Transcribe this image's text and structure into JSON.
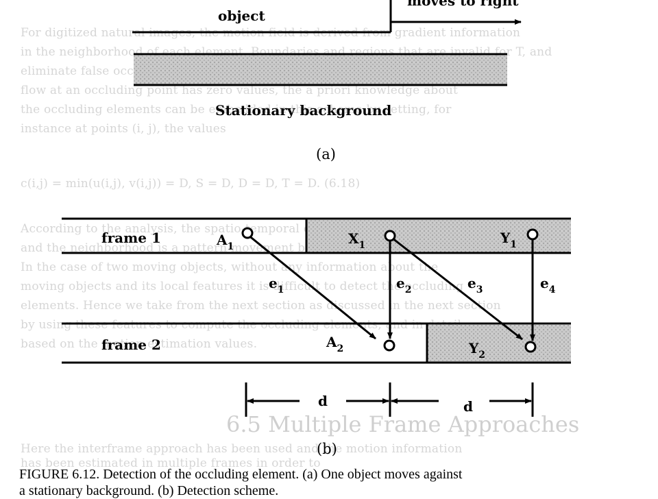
{
  "figure_a": {
    "object_label": "object",
    "motion_label": "moves to right",
    "background_label": "Stationary background",
    "panel_label": "(a)"
  },
  "figure_b": {
    "frame1_label": "frame 1",
    "frame2_label": "frame 2",
    "point_labels": {
      "a1_base": "A",
      "a1_sub": "1",
      "x1_base": "X",
      "x1_sub": "1",
      "y1_base": "Y",
      "y1_sub": "1",
      "a2_base": "A",
      "a2_sub": "2",
      "y2_base": "Y",
      "y2_sub": "2"
    },
    "vector_labels": {
      "e1_base": "e",
      "e1_sub": "1",
      "e2_base": "e",
      "e2_sub": "2",
      "e3_base": "e",
      "e3_sub": "3",
      "e4_base": "e",
      "e4_sub": "4"
    },
    "distance_label": "d",
    "panel_label": "(b)"
  },
  "caption": {
    "line1": "FIGURE 6.12. Detection of the occluding element. (a) One object moves against",
    "line2": "a stationary background. (b) Detection scheme."
  },
  "background_text": {
    "lines": [
      "For digitized natural images, the motion field is derived from gradient information",
      "in the neighborhood of each element. Boundaries and regions that are invalid for T, and",
      "eliminate false occlusion points. Since optical flow constraint. Since optical",
      "flow at an occluding point has zero values, the a priori knowledge about",
      "the occluding elements can be embedded in this scheme by setting, for",
      "instance at points (i, j), the values"
    ],
    "equation": "c(i,j) = min(u(i,j), v(i,j)) = D, S = D, D = D,  T = D.   (6.18)",
    "lines2": [
      "According to the analysis, the spatio-temporal optical flow at these points",
      "and the neighborhood is a pattern movement between frames completely.",
      "In the case of two moving objects, without any information about the",
      "moving objects and its local features it is difficult to detect the occluding",
      "elements. Hence we take from the next section as discussed in the next section",
      "by using these features to compute the occluding elements, and in detail",
      "based on the motion estimation values."
    ],
    "heading": "6.5  Multiple Frame Approaches",
    "lines3": [
      "Here the interframe approach has been used and the motion information",
      "has been estimated in multiple frames in order to"
    ]
  }
}
